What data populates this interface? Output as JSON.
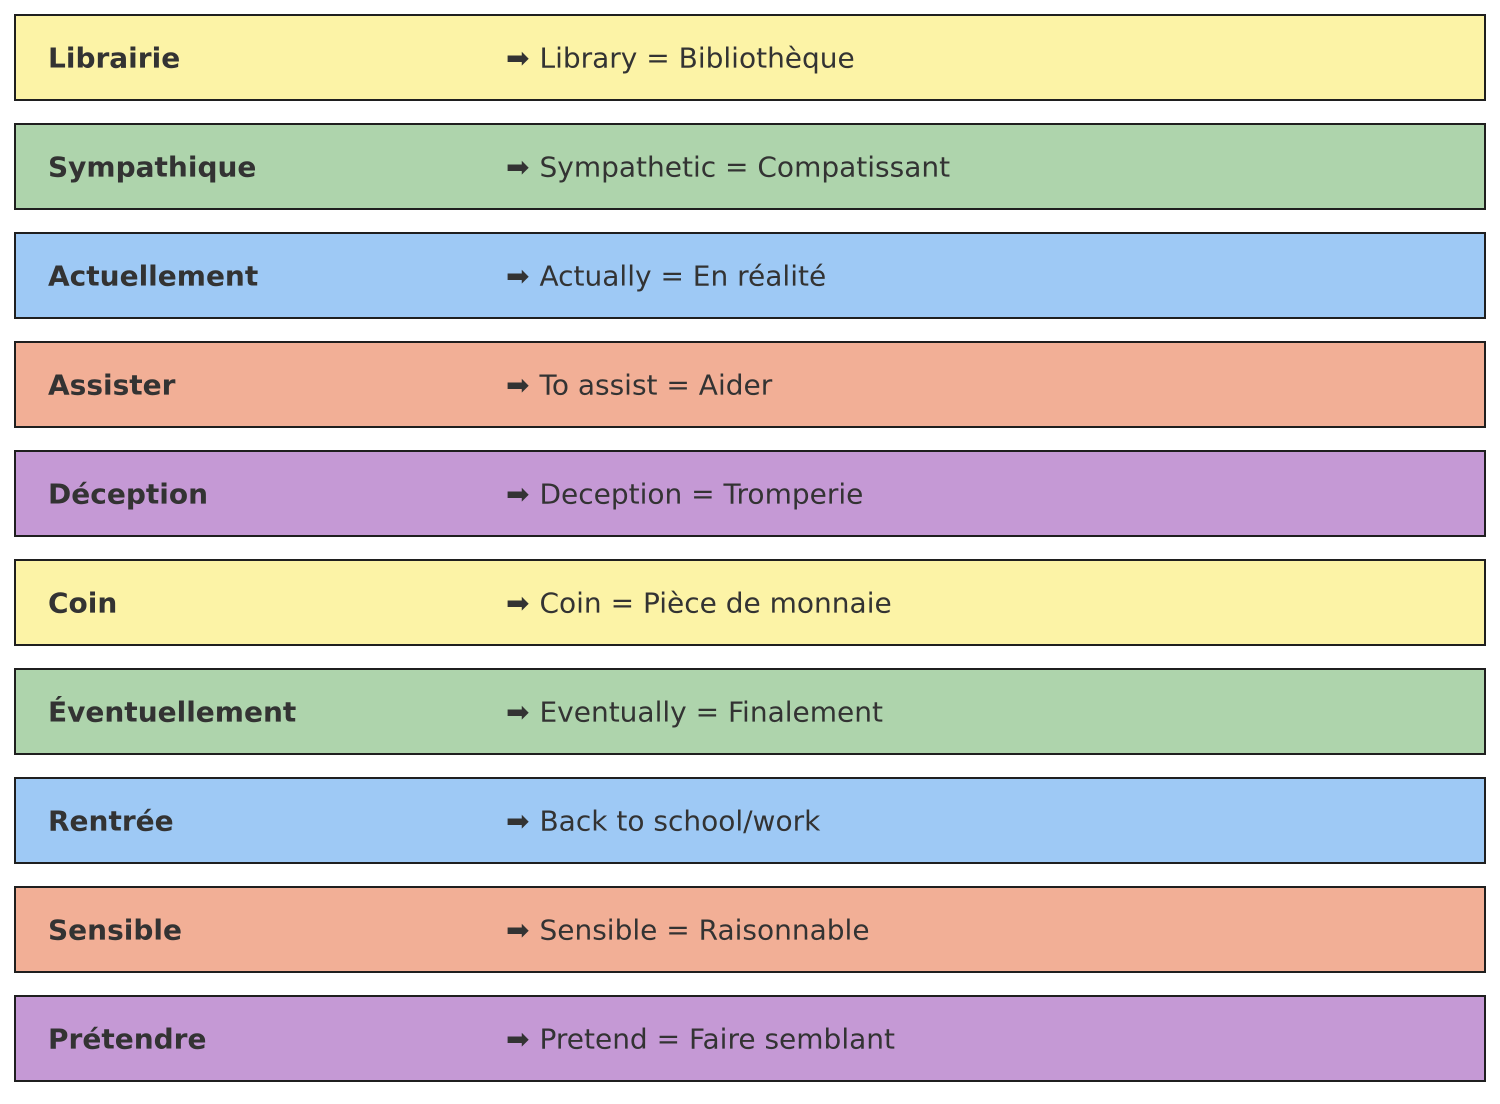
{
  "arrow": "➡",
  "colors": {
    "yellow": "#fcf3a6",
    "green": "#aed4ac",
    "blue": "#9ec9f5",
    "salmon": "#f2af96",
    "purple": "#c599d5",
    "border": "#1f1f1f",
    "text": "#333333"
  },
  "rows": [
    {
      "term": "Librairie",
      "meaning": "Library = Bibliothèque",
      "color": "#fcf3a6"
    },
    {
      "term": "Sympathique",
      "meaning": "Sympathetic = Compatissant",
      "color": "#aed4ac"
    },
    {
      "term": "Actuellement",
      "meaning": "Actually = En réalité",
      "color": "#9ec9f5"
    },
    {
      "term": "Assister",
      "meaning": "To assist = Aider",
      "color": "#f2af96"
    },
    {
      "term": "Déception",
      "meaning": "Deception = Tromperie",
      "color": "#c599d5"
    },
    {
      "term": "Coin",
      "meaning": "Coin = Pièce de monnaie",
      "color": "#fcf3a6"
    },
    {
      "term": "Éventuellement",
      "meaning": "Eventually = Finalement",
      "color": "#aed4ac"
    },
    {
      "term": "Rentrée",
      "meaning": "Back to school/work",
      "color": "#9ec9f5"
    },
    {
      "term": "Sensible",
      "meaning": "Sensible = Raisonnable",
      "color": "#f2af96"
    },
    {
      "term": "Prétendre",
      "meaning": "Pretend = Faire semblant",
      "color": "#c599d5"
    }
  ]
}
